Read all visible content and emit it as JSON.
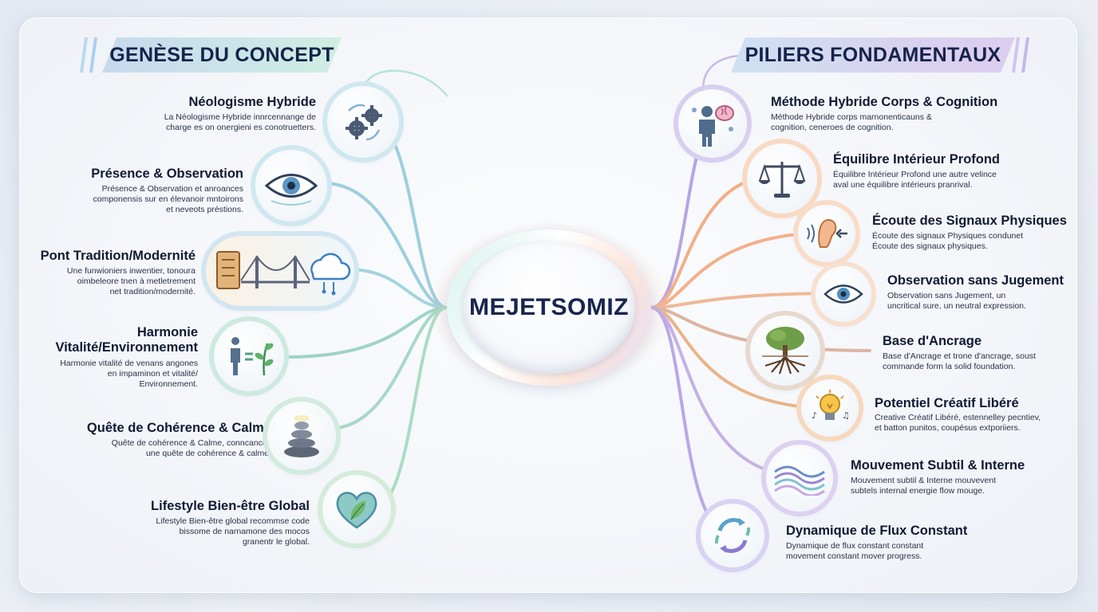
{
  "central": {
    "label": "MEJETSOMIZ"
  },
  "left": {
    "header": "GENÈSE DU CONCEPT",
    "items": [
      {
        "title": "Néologisme Hybride",
        "desc": [
          "La Néologisme Hybride innrcennange de",
          "charge es on onergieni es conotruetters."
        ],
        "icon": "gears-icon"
      },
      {
        "title": "Présence & Observation",
        "desc": [
          "Présence & Observation et anroances",
          "componensis sur en élevanoir mntoirons",
          "et neveots préstions."
        ],
        "icon": "eye-icon"
      },
      {
        "title": "Pont Tradition/Modernité",
        "desc": [
          "Une funwioniers inwentier, tonoura",
          "oimbeleore tnen à metletrement",
          "net tradition/modernité."
        ],
        "icon": "bridge-scroll-cloud-icon"
      },
      {
        "title_lines": [
          "Harmonie",
          "Vitalité/Environnement"
        ],
        "desc": [
          "Harmonie vitalité de venans angones",
          "en impaminon et vitalité/",
          "Environnement."
        ],
        "icon": "person-plant-icon"
      },
      {
        "title": "Quête de Cohérence & Calme",
        "desc": [
          "Quête de cohérence & Calme, conncancce",
          "une quête de cohérence & calme."
        ],
        "icon": "stones-icon"
      },
      {
        "title": "Lifestyle Bien-être Global",
        "desc": [
          "Lifestyle Bien-être global recommse code",
          "bissome de narnamone des mocos",
          "granentr le global."
        ],
        "icon": "heart-leaf-icon"
      }
    ]
  },
  "right": {
    "header": "PILIERS FONDAMENTAUX",
    "items": [
      {
        "title": "Méthode Hybride Corps & Cognition",
        "desc": [
          "Méthode Hybride corps marnonenticauns &",
          "cognition, ceneroes de cognition."
        ],
        "icon": "body-brain-icon"
      },
      {
        "title": "Équilibre Intérieur Profond",
        "desc": [
          "Équilibre Intérieur Profond une autre velince",
          "aval une équilibre intérieurs pranrival."
        ],
        "icon": "scales-icon"
      },
      {
        "title": "Écoute des Signaux Physiques",
        "desc": [
          "Écoute des signaux Physiques condunet",
          "Écoute des signaux physiques."
        ],
        "icon": "ear-icon"
      },
      {
        "title": "Observation sans Jugement",
        "desc": [
          "Observation sans Jugement, un",
          "uncritical sure, un neutral expression."
        ],
        "icon": "eye-icon"
      },
      {
        "title": "Base d'Ancrage",
        "desc": [
          "Base d'Ancrage et trone d'ancrage, soust",
          "commande form la solid foundation."
        ],
        "icon": "tree-roots-icon"
      },
      {
        "title": "Potentiel Créatif Libéré",
        "desc": [
          "Creative Créatif Libéré, estennelley pecntiev,",
          "et batton punitos, coupésus extporiiers."
        ],
        "icon": "lightbulb-icon"
      },
      {
        "title": "Mouvement Subtil & Interne",
        "desc": [
          "Mouvement subtil & Interne mouvevent",
          "subtels internal energie flow mouge."
        ],
        "icon": "waves-icon"
      },
      {
        "title": "Dynamique de Flux Constant",
        "desc": [
          "Dynamique de flux constant constant",
          "movement constant mover progress."
        ],
        "icon": "cycle-arrows-icon"
      }
    ]
  }
}
